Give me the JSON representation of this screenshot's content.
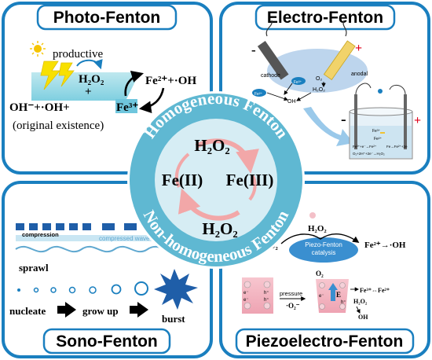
{
  "panels": {
    "photo": {
      "title": "Photo-Fenton",
      "productive": "productive",
      "h2o2": "H₂O₂",
      "plus": "+",
      "fe2_oh": "Fe²⁺+·OH",
      "oh_fe3": "OH⁻+·OH+",
      "fe3": "Fe³⁺",
      "note": "(original existence)"
    },
    "electro": {
      "title": "Electro-Fenton",
      "cathode": "cathode",
      "anodal": "anodal",
      "minus": "-",
      "plus": "+",
      "fe3": "Fe³⁺",
      "fe2": "Fe²⁺",
      "o2": "O₂",
      "h2o2": "H₂O₂",
      "oh": "OH",
      "cell_fe3": "Fe³⁺",
      "cell_fe2": "Fe²⁺",
      "cell_eq1": "Fe³⁺+e⁻→Fe²⁺",
      "cell_eq2": "Fe→Fe²⁺+2e",
      "cell_eq3": "O₂+2H⁺+2e⁻→H₂O₂",
      "cell_minus": "-",
      "cell_plus": "+"
    },
    "sono": {
      "title": "Sono-Fenton",
      "compression": "compression",
      "compressed_wave": "compressed wave",
      "sprawl": "sprawl",
      "nucleate": "nucleate",
      "grow_up": "grow up",
      "burst": "burst"
    },
    "piezo": {
      "title": "Piezoelectro-Fenton",
      "o2": "O₂",
      "h2o2": "H₂O₂",
      "catalysis_l1": "Piezo-Fenton",
      "catalysis_l2": "catalysis",
      "fe2_oh": "Fe²⁺→·OH",
      "pressure": "pressure",
      "o2_rad": "·O₂⁻",
      "o2_top": "O₂",
      "e_field": "E",
      "fe_pair": "Fe³⁺⇔Fe²⁺",
      "h2o2_b": "H₂O₂",
      "oh_b": "OH",
      "e_minus": "e⁻",
      "h_plus": "h⁺"
    }
  },
  "center": {
    "ring_top": "Homogeneous Fenton",
    "ring_bottom": "Non-homogeneous Fenton",
    "h2o2_top": "H₂O₂",
    "fe2": "Fe(II)",
    "fe3": "Fe(III)",
    "h2o2_bottom": "H₂O₂"
  },
  "colors": {
    "frame": "#1a7fbf",
    "ring": "#5fb8d2",
    "inner": "#d6edf4",
    "arrow": "#f2a7a8"
  }
}
